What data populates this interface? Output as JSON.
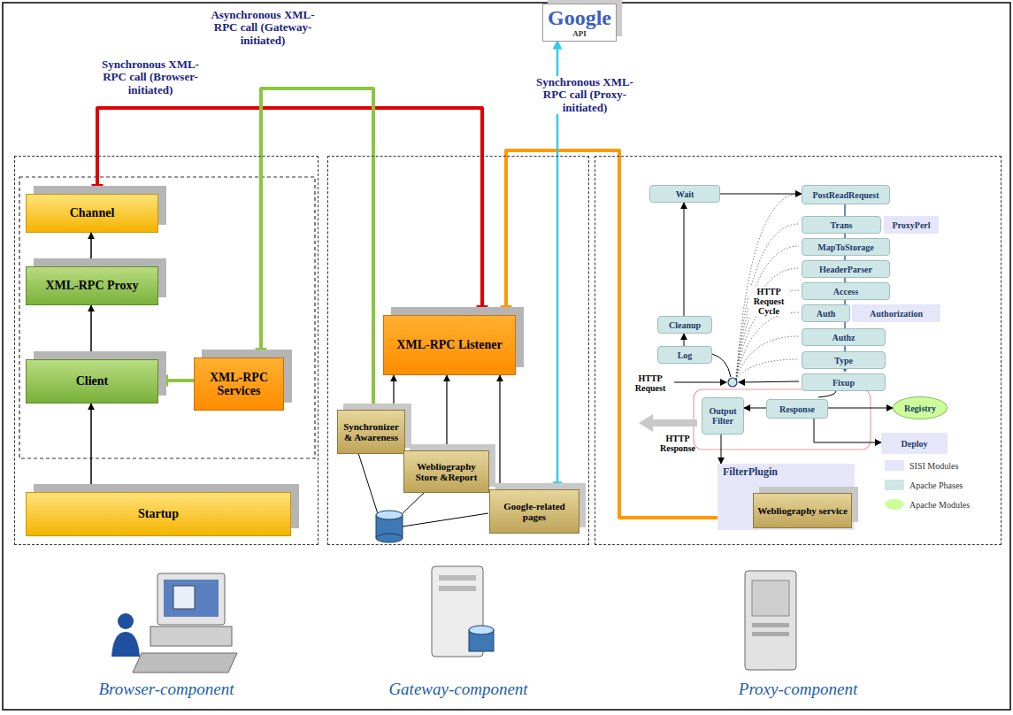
{
  "diagram": {
    "nodes": [
      {
        "text": [
          "Google",
          "API"
        ]
      },
      {
        "text": [
          "Browser-component"
        ]
      },
      {
        "text": [
          "Channel"
        ],
        "in": 1
      },
      {
        "text": [
          "XML-RPC Proxy"
        ],
        "in": 1
      },
      {
        "text": [
          "Client"
        ],
        "in": 1
      },
      {
        "text": [
          "XML-RPC Services"
        ],
        "in": 1
      },
      {
        "text": [
          "Startup"
        ],
        "in": 1
      },
      {
        "text": [
          "Gateway-component"
        ]
      },
      {
        "text": [
          "XML-RPC Listener"
        ],
        "in": 7
      },
      {
        "text": [
          "Synchronizer & Awareness"
        ],
        "in": 7
      },
      {
        "text": [
          "Webliography Store &Report"
        ],
        "in": 7
      },
      {
        "text": [
          "Google-related pages"
        ],
        "in": 7
      },
      {
        "text": [
          "Proxy-component"
        ]
      },
      {
        "text": [
          "Wait"
        ],
        "in": 12
      },
      {
        "text": [
          "PostReadRequest"
        ],
        "in": 12
      },
      {
        "text": [
          "Trans"
        ],
        "in": 12
      },
      {
        "text": [
          "ProxyPerl"
        ],
        "in": 12
      },
      {
        "text": [
          "MapToStorage"
        ],
        "in": 12
      },
      {
        "text": [
          "HeaderParser"
        ],
        "in": 12
      },
      {
        "text": [
          "Access"
        ],
        "in": 12
      },
      {
        "text": [
          "Auth"
        ],
        "in": 12
      },
      {
        "text": [
          "Authorization"
        ],
        "in": 12
      },
      {
        "text": [
          "Authz"
        ],
        "in": 12
      },
      {
        "text": [
          "Type"
        ],
        "in": 12
      },
      {
        "text": [
          "Fixup"
        ],
        "in": 12
      },
      {
        "text": [
          "Cleanup"
        ],
        "in": 12
      },
      {
        "text": [
          "Log"
        ],
        "in": 12
      },
      {
        "text": [
          "Output Filter"
        ],
        "in": 12
      },
      {
        "text": [
          "Response"
        ],
        "in": 12
      },
      {
        "text": [
          "Registry"
        ],
        "in": 12
      },
      {
        "text": [
          "Deploy"
        ],
        "in": 12
      },
      {
        "text": [
          "FilterPlugin"
        ],
        "in": 12
      },
      {
        "text": [
          "Webliography service"
        ],
        "in": 31
      }
    ],
    "edges": [
      {
        "from": 8,
        "to": 2,
        "arrow": "both",
        "label": "Synchronous XML-RPC call (Browser-initiated)"
      },
      {
        "from": 9,
        "to": 5,
        "arrow": "to",
        "label": "Asynchronous XML-RPC call (Gateway-initiated)"
      },
      {
        "from": 5,
        "to": 4,
        "arrow": "to"
      },
      {
        "from": 32,
        "to": 8,
        "arrow": "to",
        "label": "Synchronous XML-RPC call (Proxy-initiated)"
      },
      {
        "from": 0,
        "to": 11,
        "arrow": "both"
      },
      {
        "from": 2,
        "to": 3,
        "arrow": "both"
      },
      {
        "from": 3,
        "to": 4,
        "arrow": "both"
      },
      {
        "from": 4,
        "to": 6,
        "arrow": "both"
      },
      {
        "from": 8,
        "to": 9,
        "arrow": "both"
      },
      {
        "from": 8,
        "to": 10,
        "arrow": "both"
      },
      {
        "from": 8,
        "to": 11,
        "arrow": "both"
      },
      {
        "from": 13,
        "to": 14,
        "arrow": "to"
      },
      {
        "from": 25,
        "to": 13,
        "arrow": "to"
      },
      {
        "from": 26,
        "to": 25,
        "arrow": "to"
      },
      {
        "from": 28,
        "to": 27,
        "arrow": "to"
      },
      {
        "from": 28,
        "to": 29,
        "arrow": "to"
      },
      {
        "from": 28,
        "to": 30,
        "arrow": "to"
      },
      {
        "from": 27,
        "to": 31,
        "arrow": "to"
      }
    ],
    "labels": [
      "HTTP Request Cycle",
      "HTTP Request",
      "HTTP Response"
    ],
    "legend": [
      {
        "text": "SISI Modules",
        "color": "#e6e6fa"
      },
      {
        "text": "Apache Phases",
        "color": "#cfe6e6"
      },
      {
        "text": "Apache Modules",
        "color": "#ccff99"
      }
    ]
  }
}
